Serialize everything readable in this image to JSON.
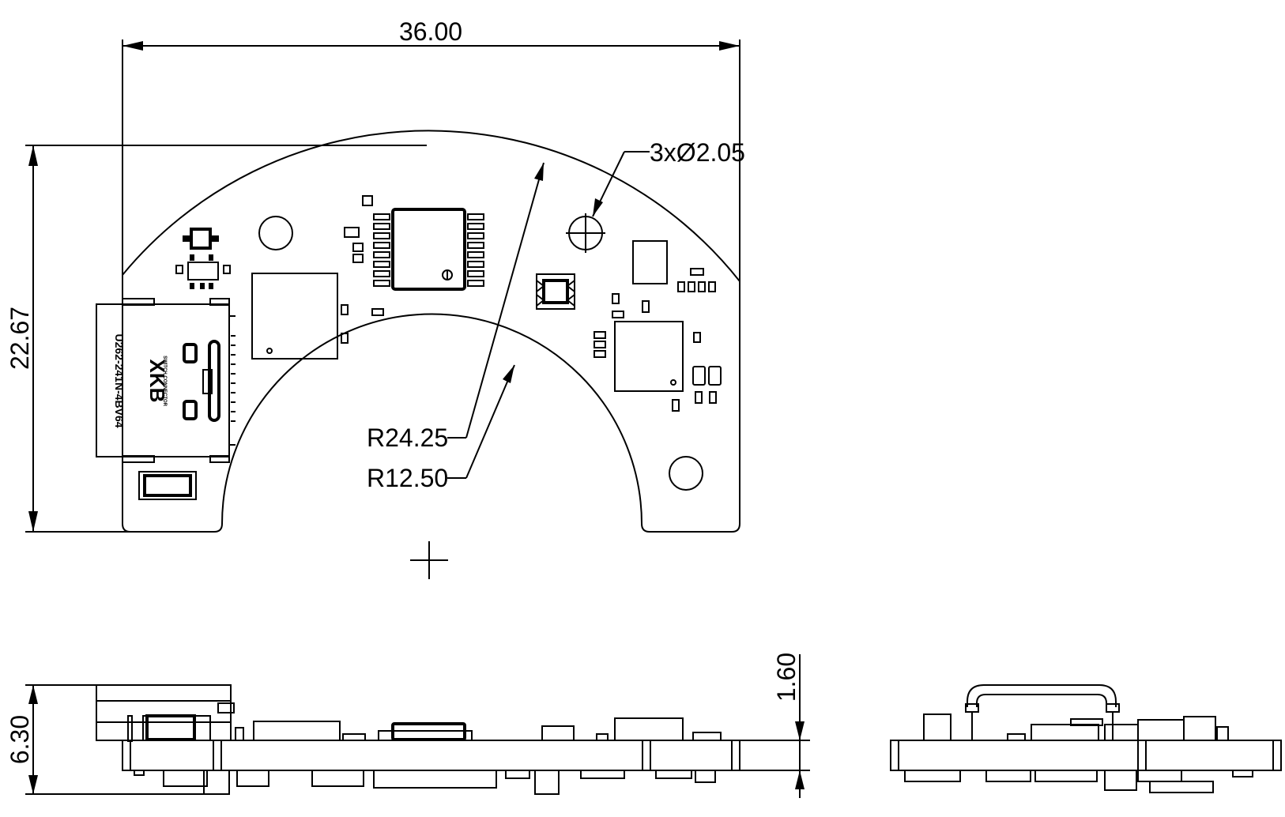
{
  "dimensions": {
    "width": "36.00",
    "height": "22.67",
    "hole": "3xØ2.05",
    "outer_radius": "R24.25",
    "inner_radius": "R12.50",
    "thickness": "6.30",
    "pcb_thickness": "1.60"
  },
  "connector": {
    "brand": "XKB",
    "subtitle": "SWITCH CONNECTOR",
    "part": "U262-241N-4BV64"
  }
}
